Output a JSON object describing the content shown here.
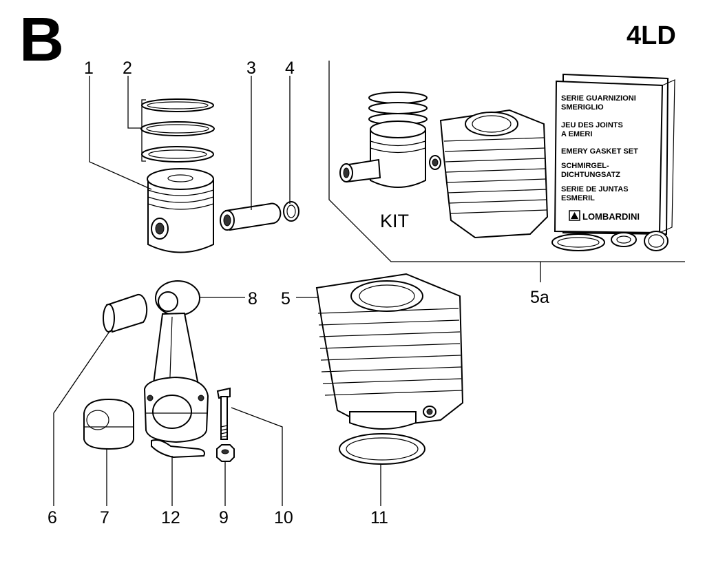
{
  "header": {
    "section_letter": "B",
    "model": "4LD"
  },
  "kit": {
    "label": "KIT",
    "ref": "5a",
    "package_lines": [
      "SERIE  GUARNIZIONI",
      "SMERIGLIO",
      "JEU  DES  JOINTS",
      "A EMERI",
      "EMERY GASKET SET",
      "SCHMIRGEL-",
      "DICHTUNGSATZ",
      "SERIE DE JUNTAS",
      "ESMERIL"
    ],
    "brand": "LOMBARDINI"
  },
  "callouts": [
    "1",
    "2",
    "3",
    "4",
    "5",
    "6",
    "7",
    "8",
    "9",
    "10",
    "11",
    "12"
  ]
}
